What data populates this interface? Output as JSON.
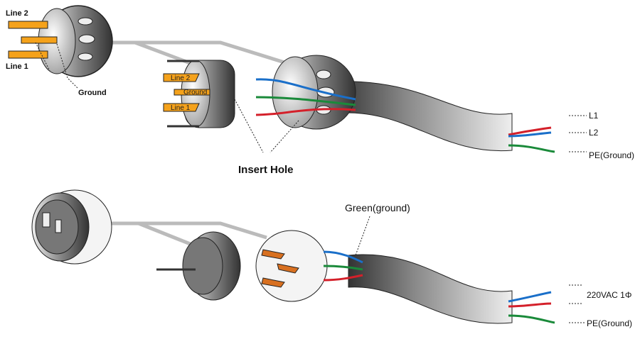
{
  "top_diagram": {
    "plug_labels": {
      "line2": "Line 2",
      "line1": "Line 1",
      "ground": "Ground"
    },
    "insert_labels": {
      "line2": "Line 2",
      "ground": "Ground",
      "line1": "Line 1"
    },
    "insert_hole": "Insert Hole",
    "terminals": {
      "l1": "L1",
      "l2": "L2",
      "pe": "PE(Ground)"
    }
  },
  "bottom_diagram": {
    "green_ground": "Green(ground)",
    "supply": "220VAC 1Φ",
    "pe": "PE(Ground)"
  },
  "colors": {
    "blue_wire": "#1a6fc9",
    "green_wire": "#1a8a3a",
    "red_wire": "#d4202a",
    "pin": "#f5a21b",
    "cable": "#555555"
  }
}
